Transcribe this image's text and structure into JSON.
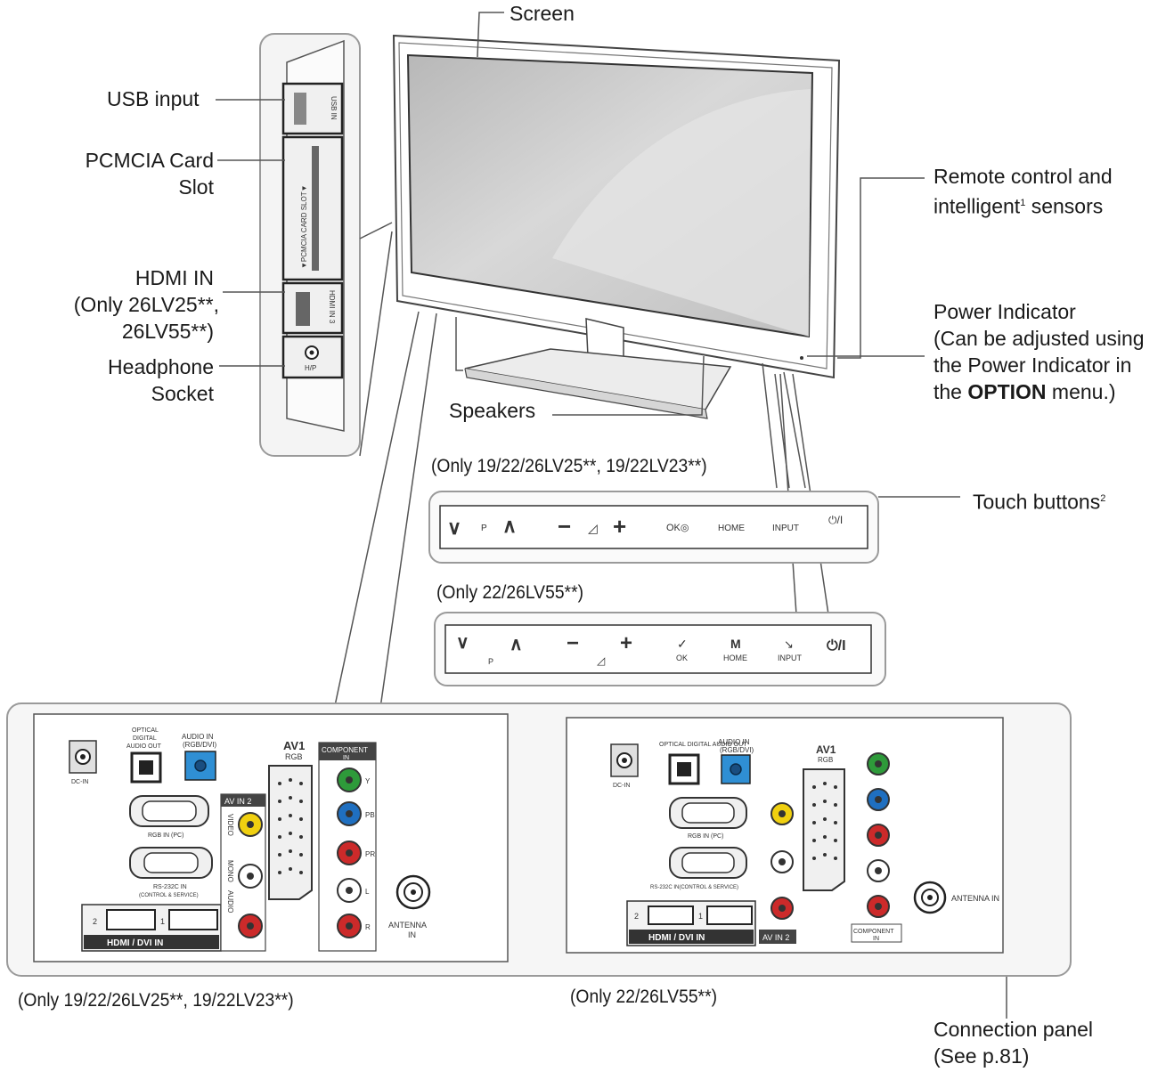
{
  "callouts": {
    "screen": "Screen",
    "usb_input": "USB input",
    "pcmcia_line1": "PCMCIA Card",
    "pcmcia_line2": "Slot",
    "hdmi_line1": "HDMI IN",
    "hdmi_line2": "(Only 26LV25**,",
    "hdmi_line3": "26LV55**)",
    "headphone_line1": "Headphone",
    "headphone_line2": "Socket",
    "speakers": "Speakers",
    "remote_line1": "Remote control and",
    "remote_line2_a": "intelligent",
    "remote_line2_sup": "1",
    "remote_line2_b": " sensors",
    "power_line1": "Power Indicator",
    "power_line2": "(Can be adjusted using",
    "power_line3": "the Power Indicator in",
    "power_line4_a": "the ",
    "power_line4_bold": "OPTION",
    "power_line4_b": " menu.)",
    "touch_buttons": "Touch buttons",
    "touch_buttons_sup": "2",
    "connection_line1": "Connection panel",
    "connection_line2": "(See p.81)"
  },
  "captions": {
    "touch_top": "(Only 19/22/26LV25**, 19/22LV23**)",
    "touch_bottom": "(Only 22/26LV55**)",
    "panel_left": "(Only 19/22/26LV25**, 19/22LV23**)",
    "panel_right": "(Only 22/26LV55**)"
  },
  "side_panel": {
    "usb_label": "USB IN",
    "pcmcia_label": "▼PCMCIA CARD SLOT▼",
    "hdmi_label": "HDMI IN 3",
    "headphone_label": "H/P"
  },
  "touch_bar_top": {
    "down": "∨",
    "p": "P",
    "up": "∧",
    "minus": "−",
    "vol": "◿",
    "plus": "+",
    "ok": "OK◎",
    "home": "HOME",
    "input": "INPUT",
    "power": "⏻/I"
  },
  "touch_bar_bottom": {
    "down": "∨",
    "p": "P",
    "up": "∧",
    "minus": "−",
    "vol": "◿",
    "plus": "+",
    "ok_icon": "✓",
    "ok": "OK",
    "home_icon": "M",
    "home": "HOME",
    "input_icon": "↘",
    "input": "INPUT",
    "power": "⏻/I"
  },
  "panel_left": {
    "dc_in": "DC-IN",
    "optical_l1": "OPTICAL",
    "optical_l2": "DIGITAL",
    "optical_l3": "AUDIO OUT",
    "audio_in_l1": "AUDIO IN",
    "audio_in_l2": "(RGB/DVI)",
    "rgb_in": "RGB IN (PC)",
    "rs232_l1": "RS-232C IN",
    "rs232_l2": "(CONTROL & SERVICE)",
    "hdmi_2": "2",
    "hdmi_1": "1",
    "hdmi_dvi": "HDMI / DVI IN",
    "av_in_2": "AV IN 2",
    "video": "VIDEO",
    "mono": "MONO",
    "audio": "AUDIO",
    "l": "L",
    "r": "R",
    "av1_l1": "AV1",
    "av1_l2": "RGB",
    "component_l1": "COMPONENT",
    "component_l2": "IN",
    "y": "Y",
    "pb": "PB",
    "pr": "PR",
    "antenna_l1": "ANTENNA",
    "antenna_l2": "IN"
  },
  "panel_right": {
    "dc_in": "DC-IN",
    "optical": "OPTICAL DIGITAL AUDIO OUT",
    "audio_in_l1": "AUDIO IN",
    "audio_in_l2": "(RGB/DVI)",
    "rgb_in": "RGB IN (PC)",
    "rs232": "RS-232C IN(CONTROL & SERVICE)",
    "hdmi_2": "2",
    "hdmi_1": "1",
    "hdmi_dvi": "HDMI / DVI IN",
    "av_in_2": "AV IN 2",
    "av1_l1": "AV1",
    "av1_l2": "RGB",
    "component_l1": "COMPONENT",
    "component_l2": "IN",
    "antenna": "ANTENNA IN"
  },
  "colors": {
    "green_jack": "#2e9a3a",
    "blue_jack": "#1f6fc0",
    "red_jack": "#cc2a2a",
    "yellow_jack": "#f0d010",
    "blue_square": "#2f8fd4",
    "line": "#555555",
    "panel_border": "#9a9a9a",
    "screen_gray": "#d0d0d0"
  }
}
